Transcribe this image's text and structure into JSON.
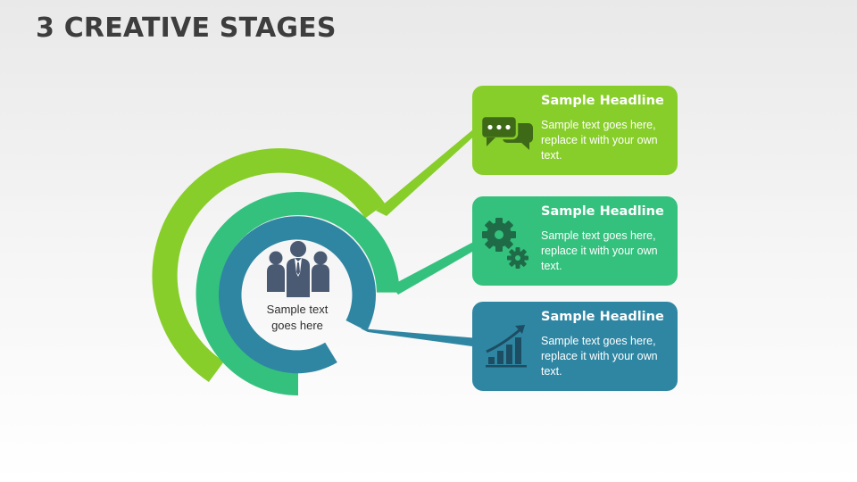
{
  "slide": {
    "title": "3 CREATIVE STAGES"
  },
  "center": {
    "text_line1": "Sample text",
    "text_line2": "goes here",
    "icon": "team-people-icon"
  },
  "stages": [
    {
      "headline": "Sample Headline",
      "text": "Sample text goes here, replace it with your own text.",
      "icon": "chat-bubbles-icon",
      "color": "#88ce2a",
      "icon_color": "#3e6a18"
    },
    {
      "headline": "Sample Headline",
      "text": "Sample text goes here, replace it with your own text.",
      "icon": "gears-icon",
      "color": "#34c17d",
      "icon_color": "#1f6b47"
    },
    {
      "headline": "Sample Headline",
      "text": "Sample text goes here, replace it with your own text.",
      "icon": "growth-chart-icon",
      "color": "#2f86a3",
      "icon_color": "#1d4d62"
    }
  ],
  "colors": {
    "title": "#3d3d3d",
    "people_icon": "#4a5a73",
    "ring_outer": "#88ce2a",
    "ring_middle": "#34c17d",
    "ring_inner": "#2f86a3"
  }
}
